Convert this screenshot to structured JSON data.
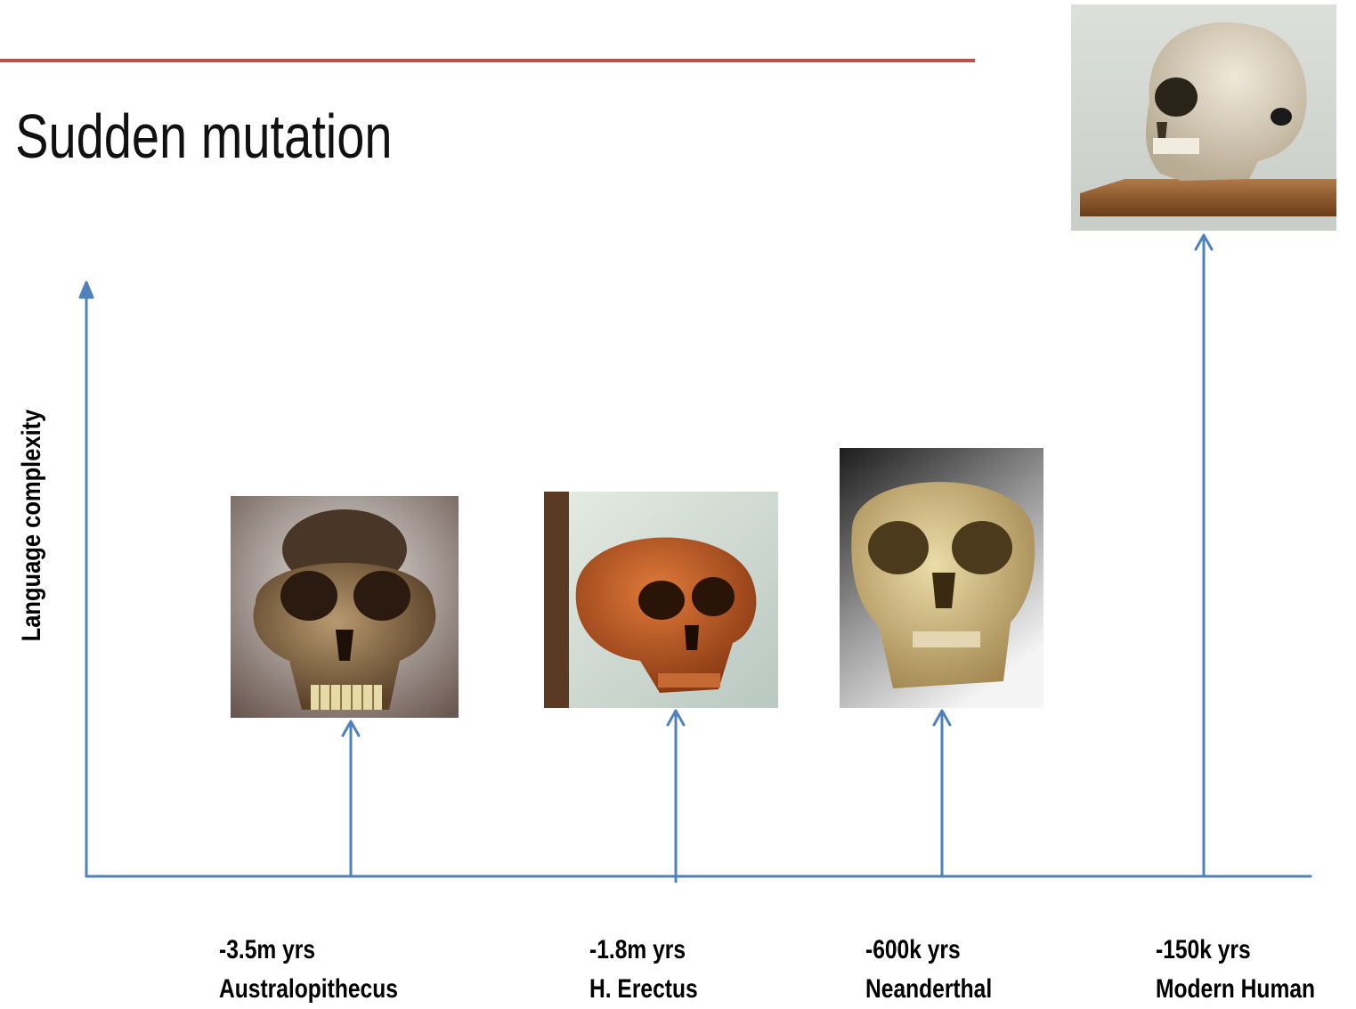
{
  "slide": {
    "title": ". Sudden mutation",
    "y_axis_label": "Language complexity",
    "rule_color": "#C0504D",
    "axis_color": "#4F81BD"
  },
  "milestones": [
    {
      "time": "-3.5m yrs",
      "species": "Australopithecus",
      "image": "australopithecus-skull"
    },
    {
      "time": "-1.8m yrs",
      "species": "H. Erectus",
      "image": "homo-erectus-skull"
    },
    {
      "time": "-600k yrs",
      "species": "Neanderthal",
      "image": "neanderthal-skull"
    },
    {
      "time": "-150k yrs",
      "species": "Modern Human",
      "image": "modern-human-skull"
    }
  ]
}
